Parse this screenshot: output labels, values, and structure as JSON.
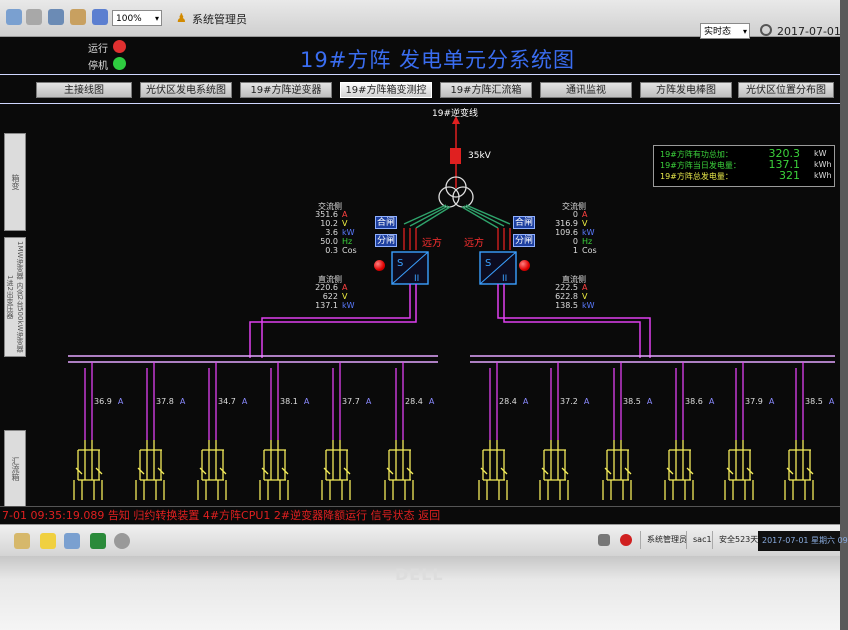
{
  "toolbar": {
    "zoom_value": "100%",
    "user_label": "系统管理员",
    "mode_value": "实时态",
    "datetime": "2017-07-01"
  },
  "status": {
    "running_label": "运行",
    "stopped_label": "停机",
    "running_color": "#e03030",
    "stopped_color": "#2ecc40"
  },
  "page_title": "19#方阵 发电单元分系统图",
  "nav": [
    {
      "label": "主接线图"
    },
    {
      "label": "光伏区发电系统图"
    },
    {
      "label": "19#方阵逆变器"
    },
    {
      "label": "19#方阵箱变测控"
    },
    {
      "label": "19#方阵汇流箱"
    },
    {
      "label": "通讯监视"
    },
    {
      "label": "方阵发电棒图"
    },
    {
      "label": "光伏区位置分布图"
    }
  ],
  "sidebar": [
    {
      "label": "箱变"
    },
    {
      "label": "1MW逆变器 内含2台500kW逆变器 1进2出变压器"
    },
    {
      "label": "汇流箱"
    }
  ],
  "summary": {
    "rows": [
      {
        "label": "19#方阵有功总加：",
        "value": "320.3",
        "unit": "kW"
      },
      {
        "label": "19#方阵当日发电量：",
        "value": "137.1",
        "unit": "kWh"
      },
      {
        "label": "19#方阵总发电量：",
        "value": "321",
        "unit": "kWh"
      }
    ]
  },
  "grid": {
    "line_label": "19#逆变线",
    "voltage_label": "35kV"
  },
  "inverter_left": {
    "ac_title": "交流侧",
    "ac": [
      {
        "value": "351.6",
        "unit": "A"
      },
      {
        "value": "10.2",
        "unit": "V"
      },
      {
        "value": "3.6",
        "unit": "kW"
      },
      {
        "value": "50.0",
        "unit": "Hz"
      },
      {
        "value": "0.3",
        "unit": "Cos"
      }
    ],
    "dc_title": "直流侧",
    "dc": [
      {
        "value": "220.6",
        "unit": "A"
      },
      {
        "value": "622",
        "unit": "V"
      },
      {
        "value": "137.1",
        "unit": "kW"
      }
    ],
    "close_label": "合闸",
    "open_label": "分闸",
    "remote_label": "远方"
  },
  "inverter_right": {
    "ac_title": "交流侧",
    "ac": [
      {
        "value": "0",
        "unit": "A"
      },
      {
        "value": "316.9",
        "unit": "V"
      },
      {
        "value": "109.6",
        "unit": "kW"
      },
      {
        "value": "0",
        "unit": "Hz"
      },
      {
        "value": "1",
        "unit": "Cos"
      }
    ],
    "dc_title": "直流侧",
    "dc": [
      {
        "value": "222.5",
        "unit": "A"
      },
      {
        "value": "622.8",
        "unit": "V"
      },
      {
        "value": "138.5",
        "unit": "kW"
      }
    ],
    "close_label": "合闸",
    "open_label": "分闸",
    "remote_label": "远方"
  },
  "combiners": [
    {
      "current": "36.9",
      "unit": "A"
    },
    {
      "current": "37.8",
      "unit": "A"
    },
    {
      "current": "34.7",
      "unit": "A"
    },
    {
      "current": "38.1",
      "unit": "A"
    },
    {
      "current": "37.7",
      "unit": "A"
    },
    {
      "current": "28.4",
      "unit": "A"
    },
    {
      "current": "28.4",
      "unit": "A"
    },
    {
      "current": "37.2",
      "unit": "A"
    },
    {
      "current": "38.5",
      "unit": "A"
    },
    {
      "current": "38.6",
      "unit": "A"
    },
    {
      "current": "37.9",
      "unit": "A"
    },
    {
      "current": "38.5",
      "unit": "A"
    }
  ],
  "alarm_text": "7-01 09:35:19.089  告知   归约转换装置   4#方阵CPU1   2#逆变器降额运行   信号状态   返回",
  "taskbar": {
    "user_label": "系统管理员",
    "host_label": "sac1",
    "uptime_label": "安全523天",
    "clock": "2017-07-01 星期六 09"
  },
  "brand": "DELL",
  "colors": {
    "title": "#3a6df0",
    "bus_magenta": "#e040f0",
    "busbar": "#e3a6ff",
    "combiner_yellow": "#f3ec5a",
    "transformer_green": "#2fa36b",
    "alarm_red": "#e02020"
  }
}
